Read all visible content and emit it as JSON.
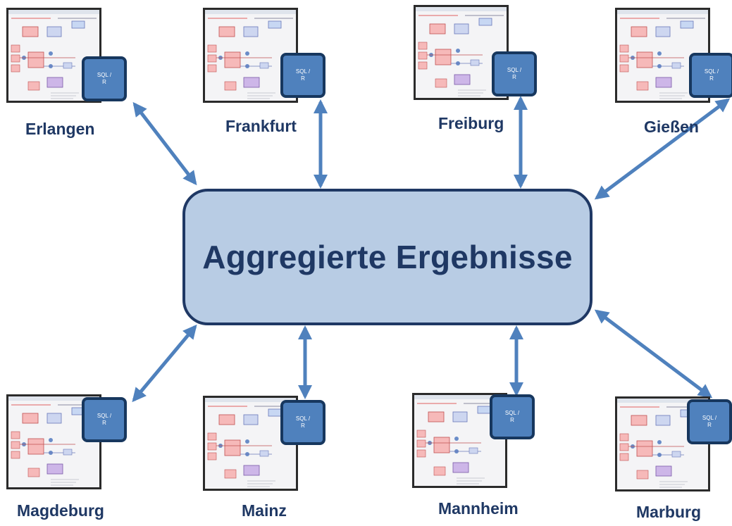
{
  "hub": {
    "title": "Aggregierte Ergebnisse"
  },
  "sites": [
    {
      "name": "Erlangen",
      "db_label_1": "SQL /",
      "db_label_2": "R"
    },
    {
      "name": "Frankfurt",
      "db_label_1": "SQL /",
      "db_label_2": "R"
    },
    {
      "name": "Freiburg",
      "db_label_1": "SQL /",
      "db_label_2": "R"
    },
    {
      "name": "Gießen",
      "db_label_1": "SQL /",
      "db_label_2": "R"
    },
    {
      "name": "Magdeburg",
      "db_label_1": "SQL /",
      "db_label_2": "R"
    },
    {
      "name": "Mainz",
      "db_label_1": "SQL /",
      "db_label_2": "R"
    },
    {
      "name": "Mannheim",
      "db_label_1": "SQL /",
      "db_label_2": "R"
    },
    {
      "name": "Marburg",
      "db_label_1": "SQL /",
      "db_label_2": "R"
    }
  ],
  "colors": {
    "arrow": "#4f81bd",
    "hub_fill": "#b8cce4",
    "hub_border": "#1f3864",
    "label": "#1f3864",
    "db_fill": "#4f81bd",
    "db_border": "#17375e"
  }
}
